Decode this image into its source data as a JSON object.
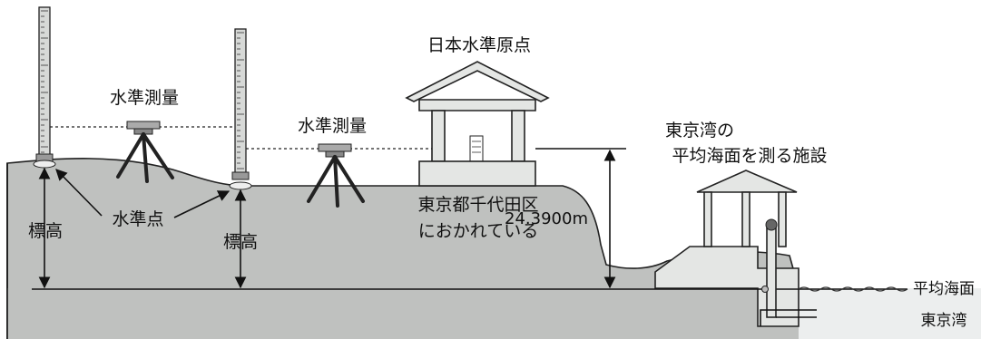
{
  "labels": {
    "leveling_1": "水準測量",
    "leveling_2": "水準測量",
    "origin_title": "日本水準原点",
    "origin_location": [
      "東京都千代田区",
      "におかれている"
    ],
    "benchmark": "水準点",
    "elevation_1": "標高",
    "elevation_2": "標高",
    "height_value": "24.3900m",
    "facility": [
      "東京湾の",
      "平均海面を測る施設"
    ],
    "mean_sea_level": "平均海面",
    "tokyo_bay": "東京湾"
  },
  "colors": {
    "ground": "#bfc1bf",
    "structure": "#e4e6e4",
    "outline": "#222222"
  }
}
